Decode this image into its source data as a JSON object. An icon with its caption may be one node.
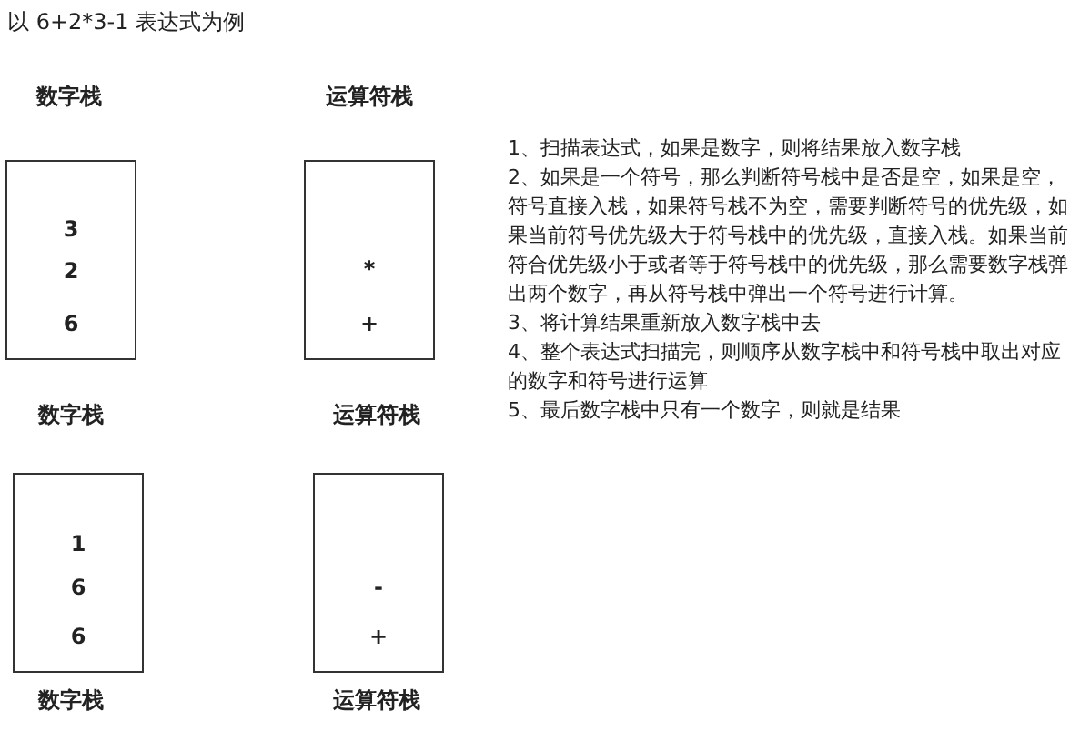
{
  "diagram": {
    "title": "以 6+2*3-1 表达式为例",
    "nodes": [
      {
        "text": [
          "3",
          "2",
          "6"
        ]
      },
      {
        "text": [
          "*",
          "+"
        ]
      },
      {
        "text": [
          "1",
          "6",
          "6"
        ]
      },
      {
        "text": [
          "-",
          "+"
        ]
      }
    ],
    "labels": [
      "数字栈",
      "运算符栈",
      "数字栈",
      "运算符栈",
      "数字栈",
      "运算符栈",
      "1、扫描表达式，如果是数字，则将结果放入数字栈",
      "2、如果是一个符号，那么判断符号栈中是否是空，如果是空，符号直接入栈，如果符号栈不为空，需要判断符号的优先级，如果当前符号优先级大于符号栈中的优先级，直接入栈。如果当前符合优先级小于或者等于符号栈中的优先级，那么需要数字栈弹出两个数字，再从符号栈中弹出一个符号进行计算。",
      "3、将计算结果重新放入数字栈中去",
      "4、整个表达式扫描完，则顺序从数字栈中和符号栈中取出对应的数字和符号进行运算",
      "5、最后数字栈中只有一个数字，则就是结果"
    ]
  }
}
